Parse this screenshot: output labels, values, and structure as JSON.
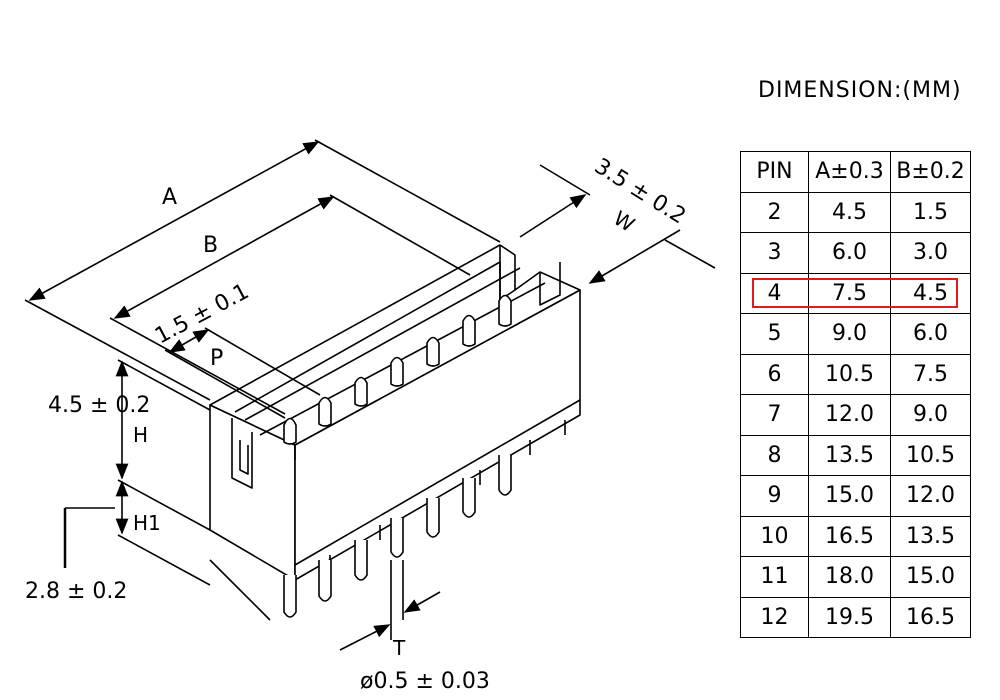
{
  "table": {
    "title": "DIMENSION:(MM)",
    "headers": [
      "PIN",
      "A±0.3",
      "B±0.2"
    ],
    "rows": [
      [
        "2",
        "4.5",
        "1.5"
      ],
      [
        "3",
        "6.0",
        "3.0"
      ],
      [
        "4",
        "7.5",
        "4.5"
      ],
      [
        "5",
        "9.0",
        "6.0"
      ],
      [
        "6",
        "10.5",
        "7.5"
      ],
      [
        "7",
        "12.0",
        "9.0"
      ],
      [
        "8",
        "13.5",
        "10.5"
      ],
      [
        "9",
        "15.0",
        "12.0"
      ],
      [
        "10",
        "16.5",
        "13.5"
      ],
      [
        "11",
        "18.0",
        "15.0"
      ],
      [
        "12",
        "19.5",
        "16.5"
      ]
    ],
    "highlighted_row_pin": "4",
    "highlight_color": "#e01b1b"
  },
  "drawing": {
    "label_a": "A",
    "label_b": "B",
    "pitch": "1.5 ± 0.1",
    "label_p": "P",
    "width_tol": "3.5 ± 0.2",
    "label_w": "W",
    "height_tol": "4.5 ± 0.2",
    "label_h": "H",
    "label_h1": "H1",
    "h1_tol": "2.8 ± 0.2",
    "label_t": "T",
    "pin_diameter": "ø0.5 ± 0.03"
  }
}
